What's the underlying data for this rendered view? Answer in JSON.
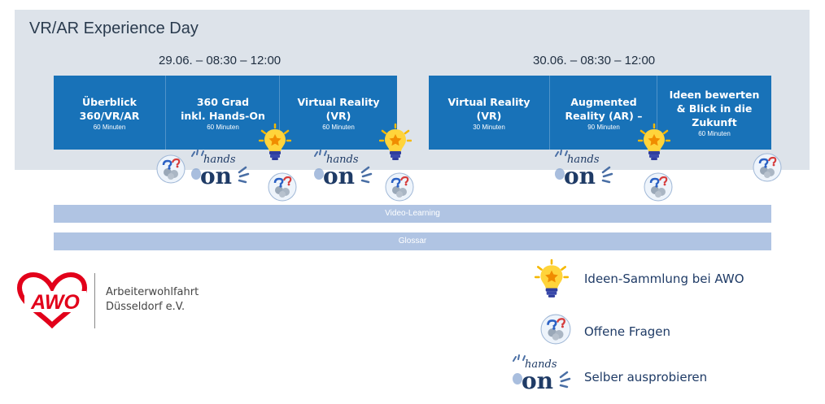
{
  "title": "VR/AR Experience Day",
  "days": [
    {
      "date": "29.06. – 08:30 – 12:00"
    },
    {
      "date": "30.06. – 08:30 – 12:00"
    }
  ],
  "sessions": [
    {
      "title": "Überblick\n360/VR/AR",
      "duration": "60 Minuten"
    },
    {
      "title": "360 Grad\ninkl. Hands-On",
      "duration": "60 Minuten"
    },
    {
      "title": "Virtual Reality\n(VR)",
      "duration": "60 Minuten"
    },
    {
      "title": "Virtual Reality\n(VR)",
      "duration": "30 Minuten"
    },
    {
      "title": "Augmented\nReality (AR) –",
      "duration": "90 Minuten"
    },
    {
      "title": "Ideen bewerten\n& Blick in die\nZukunft",
      "duration": "60 Minuten"
    }
  ],
  "bars": {
    "video": "Video-Learning",
    "glossar": "Glossar"
  },
  "org": {
    "logo_text": "AWO",
    "line1": "Arbeiterwohlfahrt",
    "line2": "Düsseldorf e.V."
  },
  "icon_text": {
    "hands": "hands",
    "on": "on"
  },
  "legend": {
    "ideas": "Ideen-Sammlung bei AWO",
    "questions": "Offene Fragen",
    "try": "Selber ausprobieren"
  },
  "colors": {
    "card": "#1872b8",
    "band": "#dde3ea",
    "bar": "#b0c4e3",
    "logo_red": "#e2001a"
  }
}
